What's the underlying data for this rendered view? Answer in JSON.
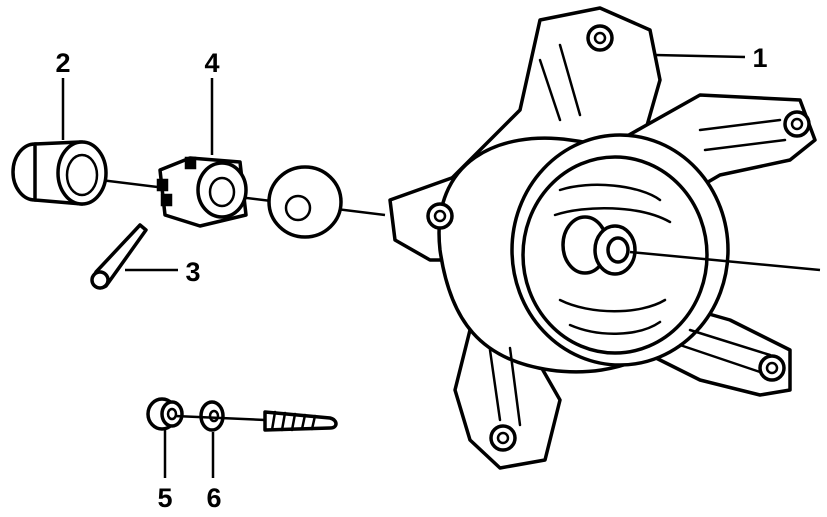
{
  "callouts": {
    "hub": "1",
    "cap": "2",
    "cotter_pin": "3",
    "castle_nut": "4",
    "nut": "5",
    "washer": "6"
  },
  "colors": {
    "ink": "#000000",
    "paper": "#ffffff"
  }
}
